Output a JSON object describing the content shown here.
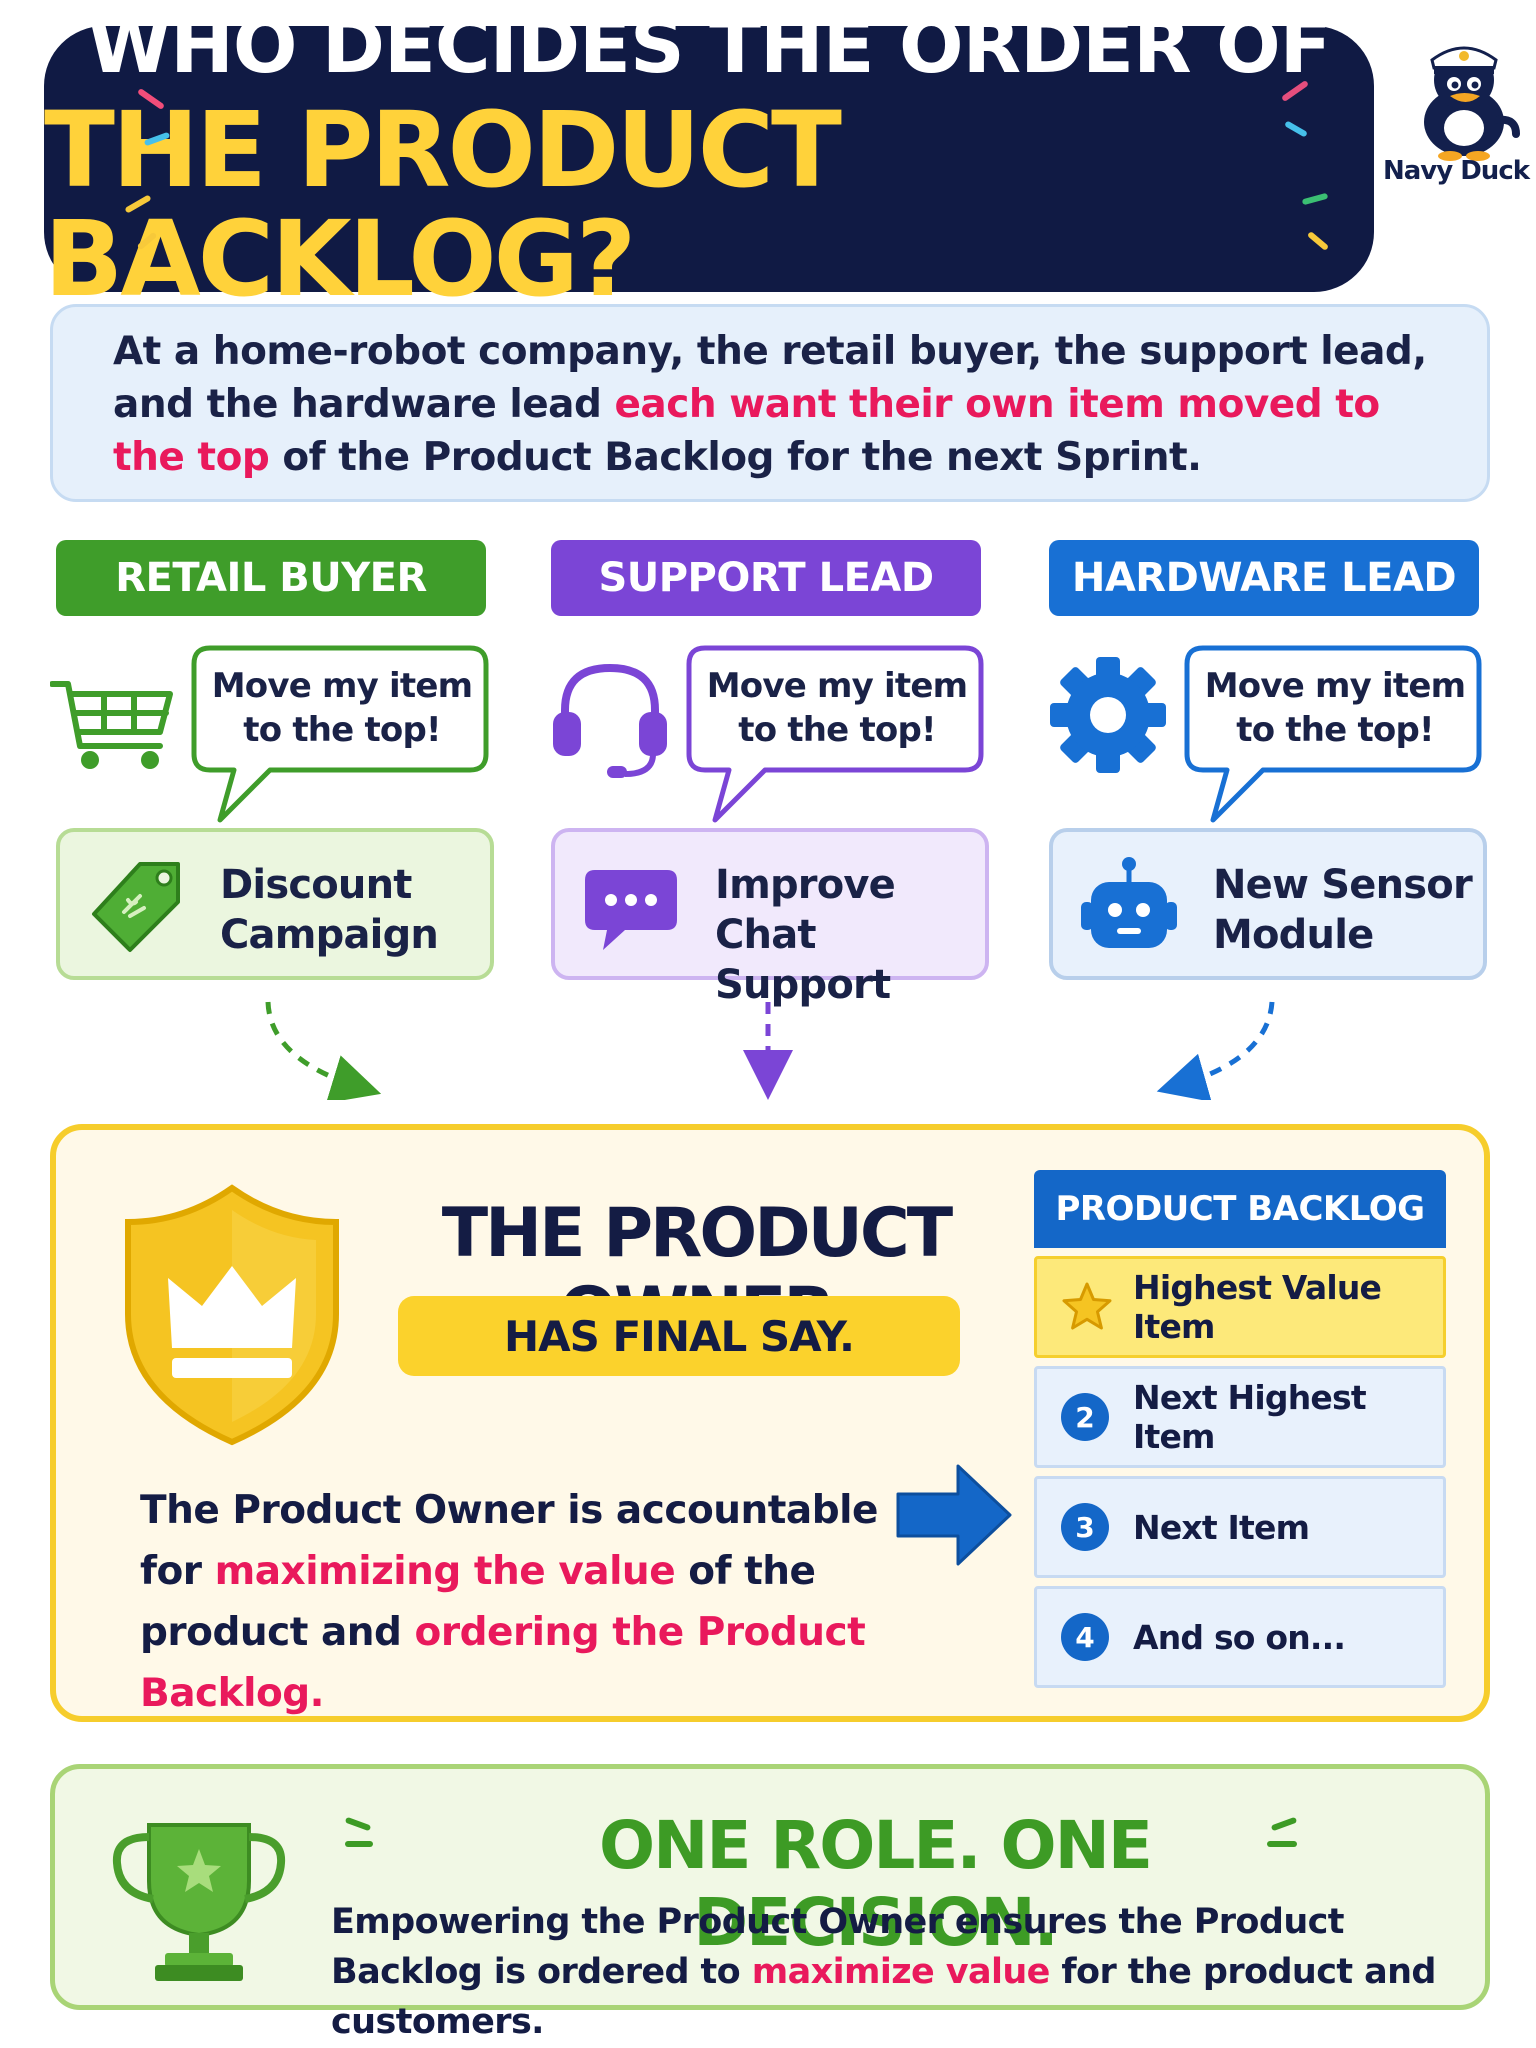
{
  "title": {
    "line1": "WHO DECIDES THE ORDER OF",
    "line2": "THE PRODUCT BACKLOG?"
  },
  "brand": {
    "name": "Navy Duck"
  },
  "intro": {
    "part1": "At a home-robot company, the retail buyer, the support lead, and the hardware lead ",
    "highlight": "each want their own item moved to the top",
    "part2": " of the Product Backlog for the next Sprint."
  },
  "stakeholders": [
    {
      "role": "RETAIL BUYER",
      "quote": "Move my item to the top!",
      "item": "Discount Campaign",
      "icon": "shopping-cart-icon",
      "color": "#3f9d2a"
    },
    {
      "role": "SUPPORT LEAD",
      "quote": "Move my item to the top!",
      "item": "Improve Chat Support",
      "icon": "headset-icon",
      "color": "#7b45d6"
    },
    {
      "role": "HARDWARE LEAD",
      "quote": "Move my item to the top!",
      "item": "New Sensor Module",
      "icon": "gear-icon",
      "color": "#1870d4"
    }
  ],
  "product_owner": {
    "title": "THE PRODUCT OWNER",
    "badge": "HAS FINAL SAY.",
    "desc_part1": "The Product Owner is accountable for ",
    "desc_hl1": "maximizing the value",
    "desc_part2": " of the product and ",
    "desc_hl2": "ordering the Product Backlog."
  },
  "backlog": {
    "header": "PRODUCT BACKLOG",
    "items": [
      {
        "marker": "",
        "label": "Highest Value Item"
      },
      {
        "marker": "2",
        "label": "Next Highest Item"
      },
      {
        "marker": "3",
        "label": "Next Item"
      },
      {
        "marker": "4",
        "label": "And so on..."
      }
    ]
  },
  "footer": {
    "title": "ONE ROLE. ONE DECISION.",
    "body_part1": "Empowering the Product Owner ensures the Product Backlog is ordered to ",
    "body_hl": "maximize value",
    "body_part2": " for the product and customers."
  },
  "colors": {
    "navy": "#101a44",
    "title_yellow": "#ffd23a",
    "highlight_pink": "#e9195c",
    "retail_green": "#3f9d2a",
    "support_purple": "#7b45d6",
    "hardware_blue": "#1870d4",
    "po_yellow": "#f6cd2c",
    "footer_green": "#3d9b25"
  }
}
